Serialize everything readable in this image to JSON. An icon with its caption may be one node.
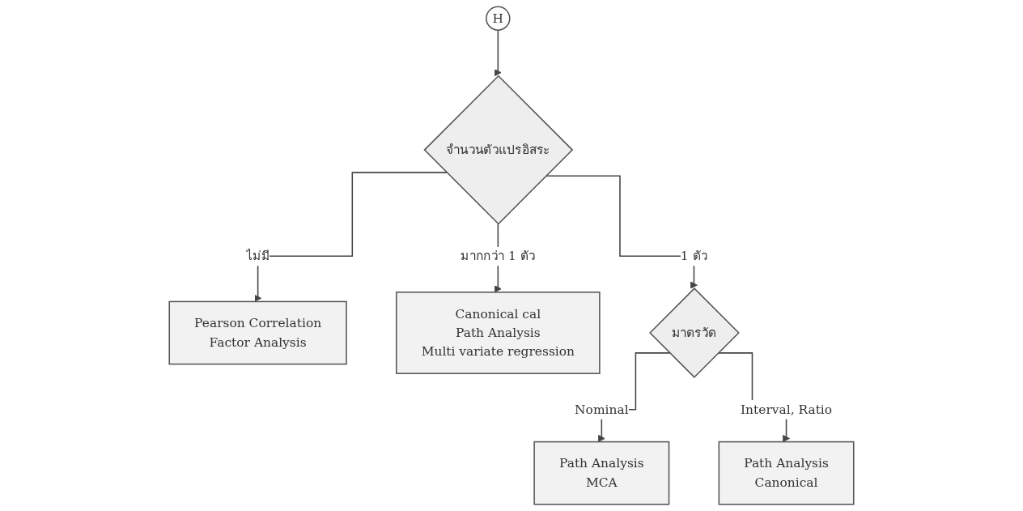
{
  "diagram": {
    "nodes": [
      {
        "text": [
          "H"
        ]
      },
      {
        "text": [
          "จำนวนตัวแปรอิสระ"
        ]
      },
      {
        "text": [
          "Pearson Correlation",
          "Factor Analysis"
        ]
      },
      {
        "text": [
          "Canonical cal",
          "Path Analysis",
          "Multi variate regression"
        ]
      },
      {
        "text": [
          "มาตรวัด"
        ]
      },
      {
        "text": [
          "Path Analysis",
          "MCA"
        ]
      },
      {
        "text": [
          "Path Analysis",
          "Canonical"
        ]
      }
    ],
    "edges": [
      {
        "from": 0,
        "to": 1,
        "arrow": "to"
      },
      {
        "from": 1,
        "to": 2,
        "label": "ไม่มี",
        "arrow": "to"
      },
      {
        "from": 1,
        "to": 4,
        "label": "1 ตัว",
        "arrow": "to"
      },
      {
        "from": 1,
        "to": 3,
        "label": "มากกว่า 1 ตัว",
        "arrow": "to"
      },
      {
        "from": 4,
        "to": 5,
        "label": "Nominal",
        "arrow": "to"
      },
      {
        "from": 4,
        "to": 6,
        "label": "Interval, Ratio",
        "arrow": "to"
      }
    ]
  }
}
